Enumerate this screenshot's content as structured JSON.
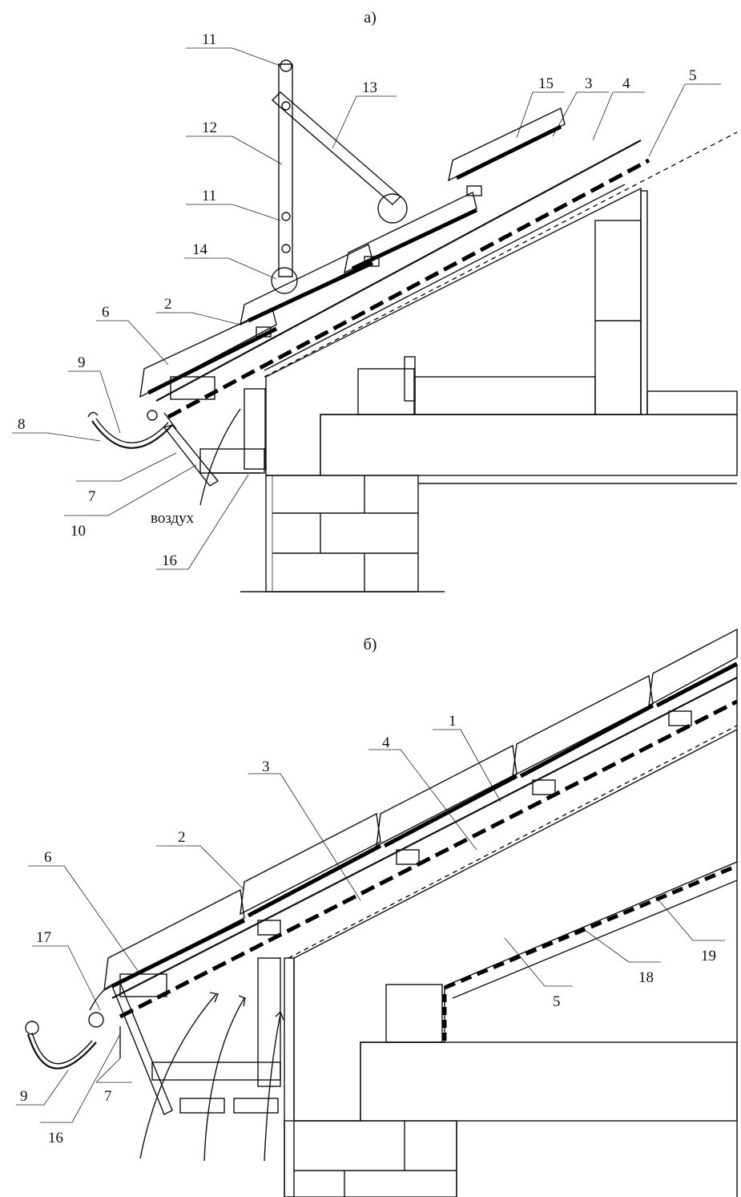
{
  "figure_a": {
    "caption": "а)",
    "air_label": "воздух",
    "callouts": [
      "11",
      "12",
      "11",
      "13",
      "14",
      "15",
      "3",
      "4",
      "5",
      "2",
      "6",
      "9",
      "8",
      "7",
      "10",
      "16"
    ]
  },
  "figure_b": {
    "caption": "б)",
    "callouts": [
      "1",
      "4",
      "3",
      "2",
      "6",
      "17",
      "9",
      "16",
      "7",
      "18",
      "5",
      "19"
    ]
  },
  "colors": {
    "ink": "#111111",
    "background": "#ffffff"
  }
}
